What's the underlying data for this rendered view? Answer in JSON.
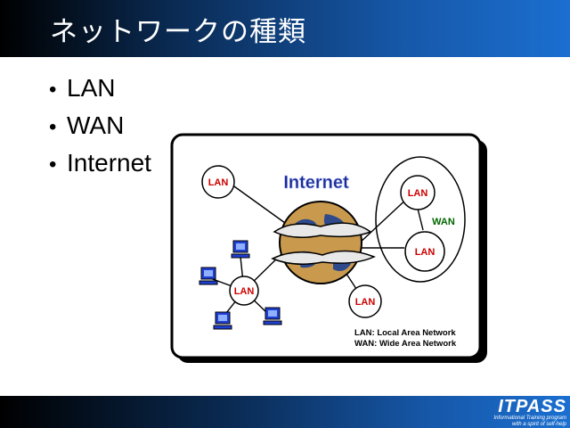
{
  "slide": {
    "title": "ネットワークの種類",
    "bullets": [
      "LAN",
      "WAN",
      "Internet"
    ]
  },
  "diagram": {
    "internet_label": "Internet",
    "lan_label": "LAN",
    "wan_label": "WAN",
    "legend": [
      "LAN: Local Area Network",
      "WAN: Wide Area Network"
    ]
  },
  "footer": {
    "logo": "ITPASS",
    "tagline_1": "Informational Training program",
    "tagline_2": "with a spirit of self-help"
  },
  "colors": {
    "lan_text": "#cc0000",
    "wan_text": "#006600",
    "internet_text": "#1a2b8c",
    "bar_dark": "#000000",
    "bar_blue": "#1b6fd0"
  }
}
